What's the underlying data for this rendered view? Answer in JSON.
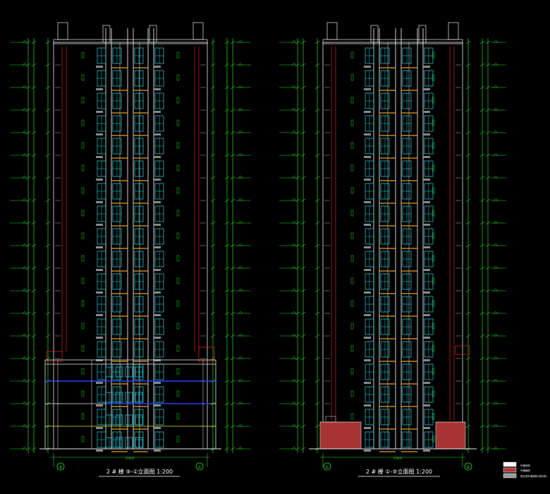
{
  "colors": {
    "background": "#000000",
    "dim_line": "#22dd22",
    "outline": "#e8e8e8",
    "accent_red": "#dd2020",
    "window_cyan": "#22d8e8",
    "sill_orange": "#e8a020",
    "band_blue": "#2a40ff",
    "band_yellow": "#e8e020",
    "base_hatch": "#b03838",
    "text_white": "#ffffff"
  },
  "drawings": [
    {
      "title": "2 # 楼 ⑨-①立面图 1:200",
      "axis_left": "⑨",
      "axis_right": "①",
      "has_podium": true,
      "dim_total": "25600"
    },
    {
      "title": "2 # 楼 ①-⑨立面图 1:200",
      "axis_left": "①",
      "axis_right": "⑨",
      "has_podium": false,
      "dim_total": "25600"
    }
  ],
  "legend": {
    "items": [
      "外墙涂料",
      "外墙面砖",
      "真石漆外墙涂料(浅灰色)"
    ]
  }
}
